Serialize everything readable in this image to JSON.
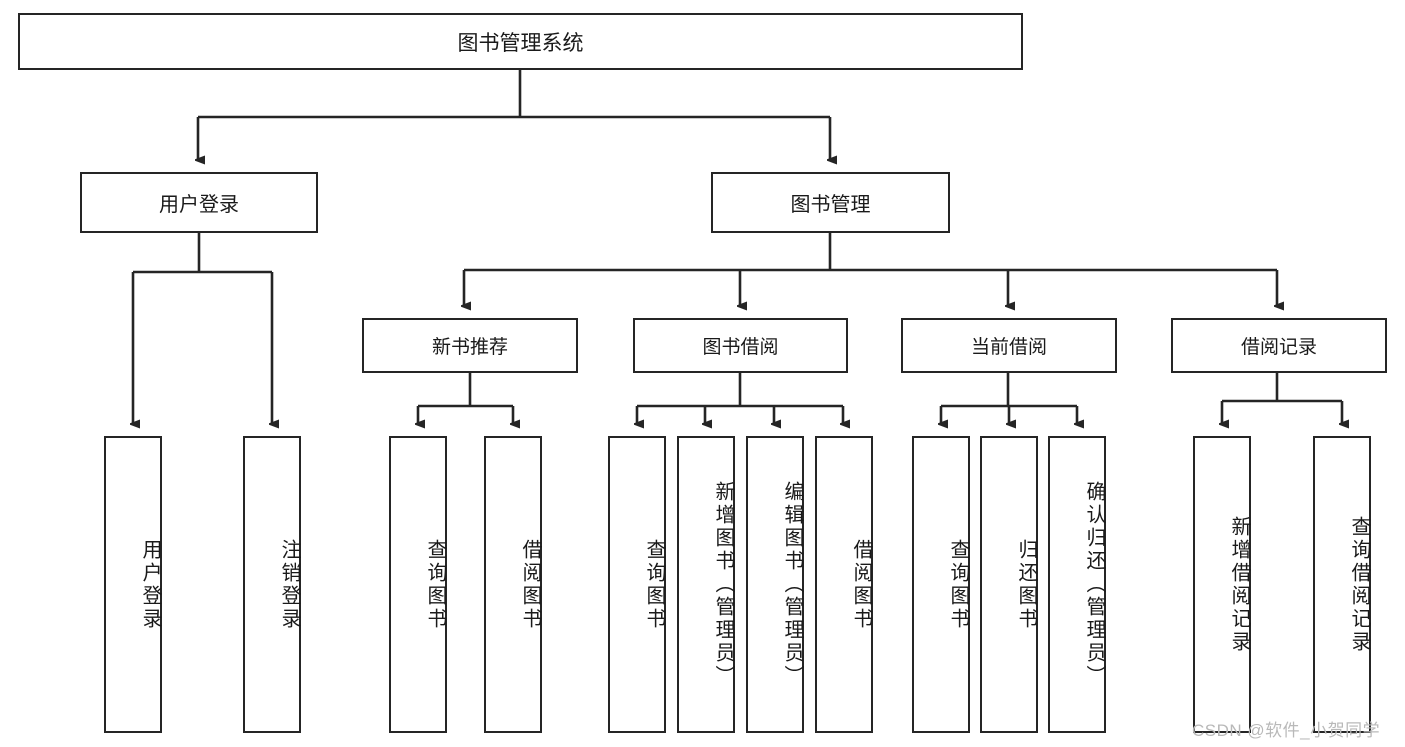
{
  "diagram": {
    "type": "tree",
    "title": "图书管理系统",
    "watermark": "CSDN @软件_小贺同学",
    "colors": {
      "stroke": "#252525",
      "fill": "#ffffff",
      "text": "#1a1a1a",
      "watermark": "#b9b9b9"
    },
    "nodes": {
      "root": {
        "label": "图书管理系统"
      },
      "user_login": {
        "label": "用户登录"
      },
      "book_manage": {
        "label": "图书管理"
      },
      "new_book_rec": {
        "label": "新书推荐"
      },
      "book_borrow": {
        "label": "图书借阅"
      },
      "current_borrow": {
        "label": "当前借阅"
      },
      "borrow_record": {
        "label": "借阅记录"
      },
      "leaf_user_login": {
        "label": "用户登录"
      },
      "leaf_user_logout": {
        "label": "注销登录"
      },
      "leaf_rec_query": {
        "label": "查询图书"
      },
      "leaf_rec_borrow": {
        "label": "借阅图书"
      },
      "leaf_borrow_query": {
        "label": "查询图书"
      },
      "leaf_borrow_add": {
        "label": "新增图书（管理员）"
      },
      "leaf_borrow_edit": {
        "label": "编辑图书（管理员）"
      },
      "leaf_borrow_do": {
        "label": "借阅图书"
      },
      "leaf_cur_query": {
        "label": "查询图书"
      },
      "leaf_cur_return": {
        "label": "归还图书"
      },
      "leaf_cur_confirm": {
        "label": "确认归还（管理员）"
      },
      "leaf_rec_add": {
        "label": "新增借阅记录"
      },
      "leaf_rec_query2": {
        "label": "查询借阅记录"
      }
    }
  }
}
